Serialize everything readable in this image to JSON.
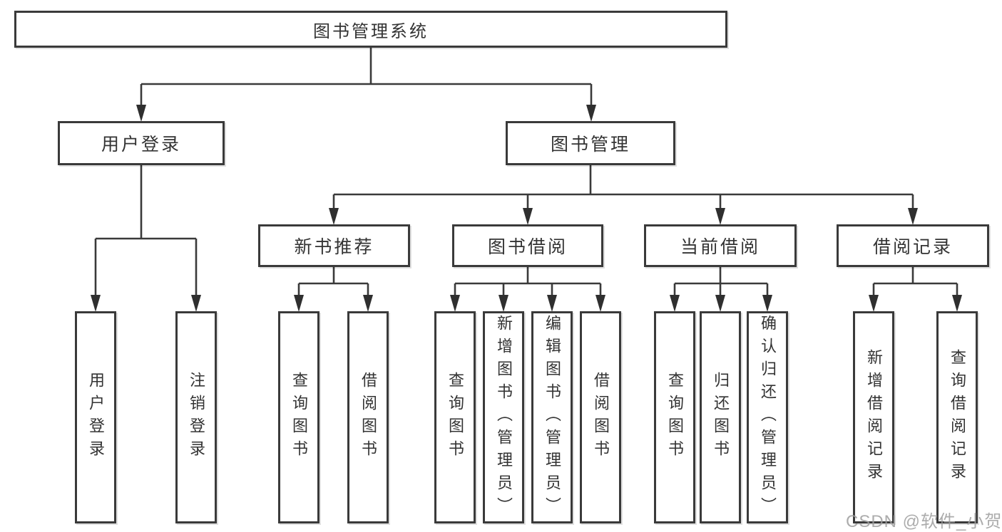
{
  "diagram": {
    "type": "hierarchy-tree",
    "line_color": "#3a3a3a",
    "box_border_color": "#3a3a3a",
    "text_color": "#333333",
    "background_color": "#ffffff",
    "nodes": {
      "root": "图书管理系统",
      "level2": [
        "用户登录",
        "图书管理"
      ],
      "level3": [
        "新书推荐",
        "图书借阅",
        "当前借阅",
        "借阅记录"
      ],
      "leaves": [
        "用户登录",
        "注销登录",
        "查询图书",
        "借阅图书",
        "查询图书",
        "新增图书（管理员）",
        "编辑图书（管理员）",
        "借阅图书",
        "查询图书",
        "归还图书",
        "确认归还（管理员）",
        "新增借阅记录",
        "查询借阅记录"
      ]
    },
    "hierarchy": {
      "图书管理系统": {
        "用户登录": [
          "用户登录",
          "注销登录"
        ],
        "图书管理": {
          "新书推荐": [
            "查询图书",
            "借阅图书"
          ],
          "图书借阅": [
            "查询图书",
            "新增图书（管理员）",
            "编辑图书（管理员）",
            "借阅图书"
          ],
          "当前借阅": [
            "查询图书",
            "归还图书",
            "确认归还（管理员）"
          ],
          "借阅记录": [
            "新增借阅记录",
            "查询借阅记录"
          ]
        }
      }
    }
  },
  "watermark": {
    "text": "CSDN @软件_小贺同学",
    "color": "#9e9e9e"
  }
}
